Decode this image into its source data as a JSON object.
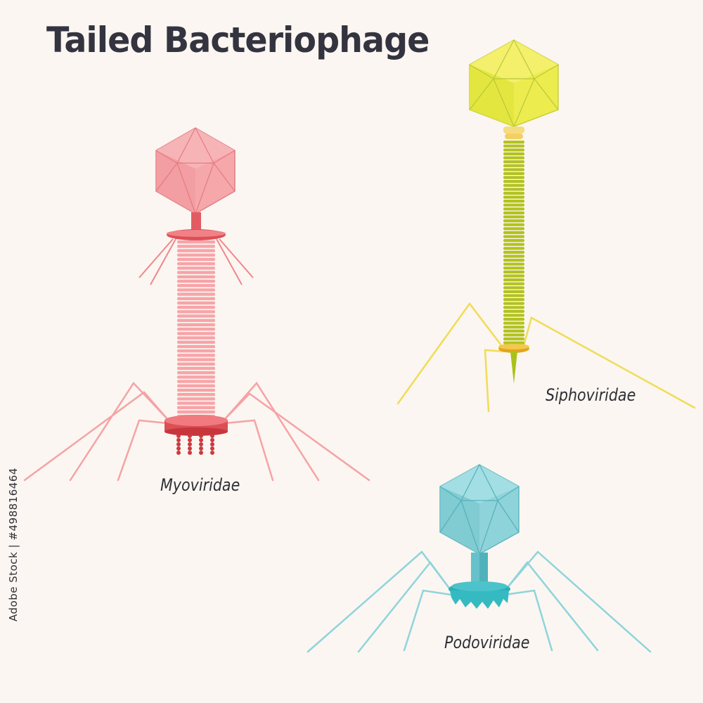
{
  "title": "Tailed Bacteriophage",
  "phages": [
    {
      "name": "Myoviridae",
      "color": "#f5a3a6",
      "accent": "#dc4f55"
    },
    {
      "name": "Siphoviridae",
      "color": "#e6ec4c",
      "accent": "#a9c21a"
    },
    {
      "name": "Podoviridae",
      "color": "#86d4d9",
      "accent": "#2bb0b8"
    }
  ],
  "stock_id": "Adobe Stock | #498816464"
}
